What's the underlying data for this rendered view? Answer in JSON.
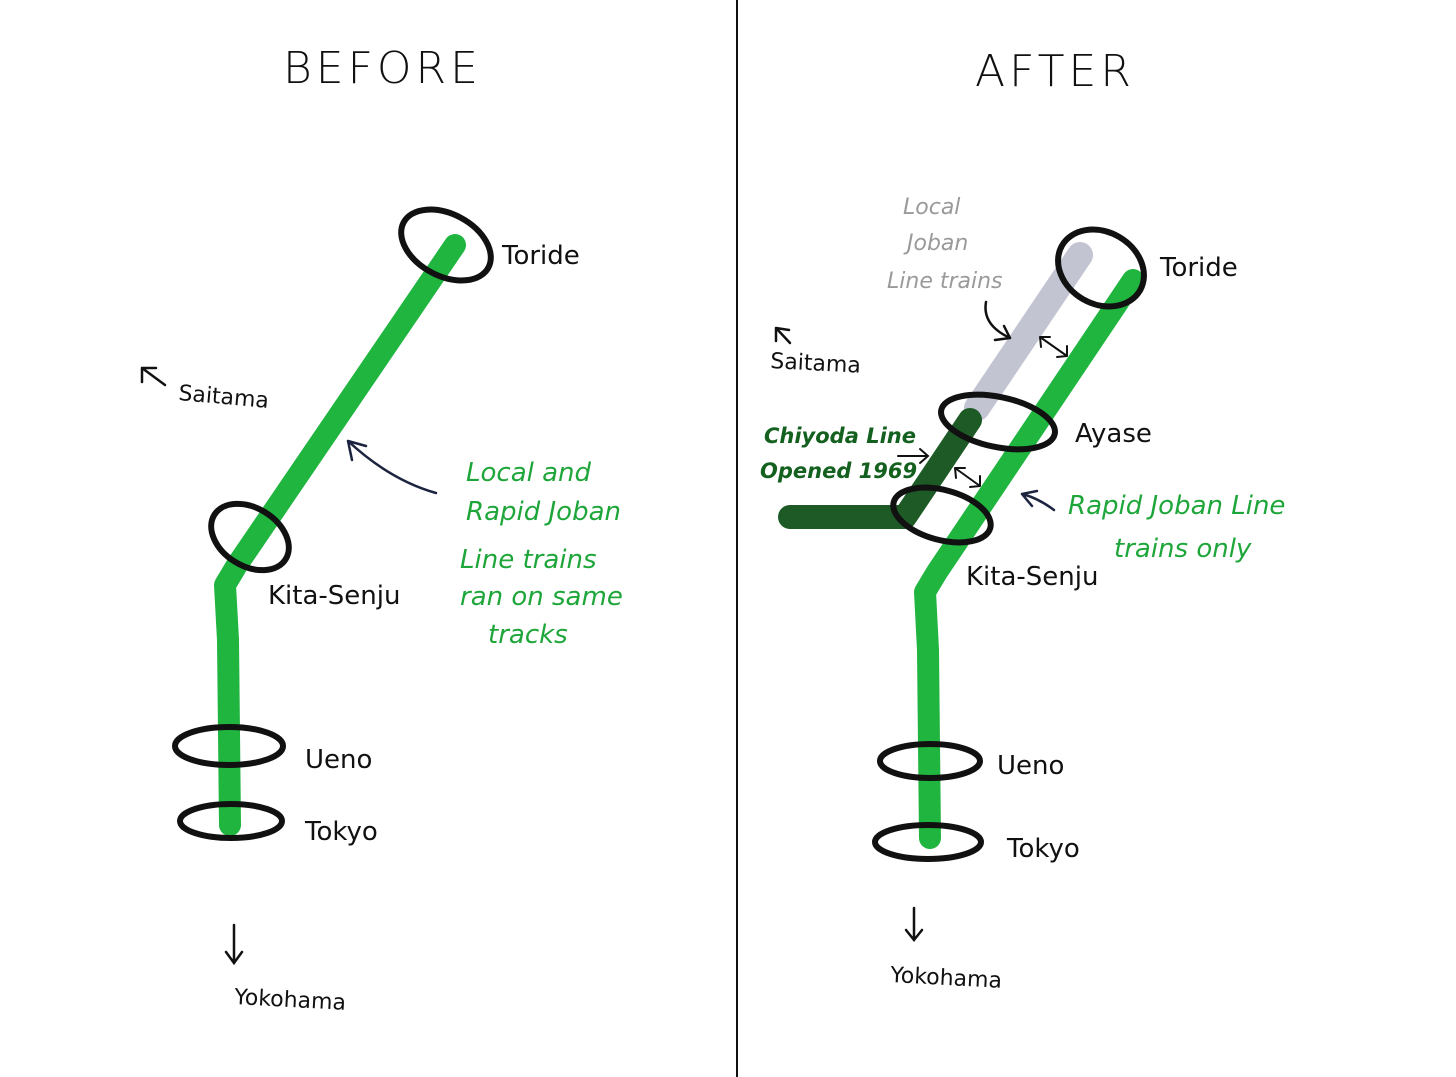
{
  "panels": {
    "before": {
      "title": "BEFORE",
      "stations": {
        "toride": "Toride",
        "kita_senju": "Kita-Senju",
        "ueno": "Ueno",
        "tokyo": "Tokyo"
      },
      "directions": {
        "north": "Saitama",
        "south": "Yokohama"
      },
      "note": [
        "Local and",
        "Rapid Joban",
        "Line trains",
        "ran on same",
        "tracks"
      ]
    },
    "after": {
      "title": "AFTER",
      "stations": {
        "toride": "Toride",
        "ayase": "Ayase",
        "kita_senju": "Kita-Senju",
        "ueno": "Ueno",
        "tokyo": "Tokyo"
      },
      "directions": {
        "north": "Saitama",
        "south": "Yokohama"
      },
      "local_note": [
        "Local",
        "Joban",
        "Line trains"
      ],
      "chiyoda_note": [
        "Chiyoda Line",
        "Opened 1969"
      ],
      "rapid_note": [
        "Rapid Joban Line",
        "trains only"
      ]
    }
  },
  "colors": {
    "joban_green": "#1fb53f",
    "chiyoda_dark_green": "#1d5a26",
    "local_grey": "#c2c4d2",
    "ink": "#111111",
    "arrow_navy": "#1c2440"
  }
}
